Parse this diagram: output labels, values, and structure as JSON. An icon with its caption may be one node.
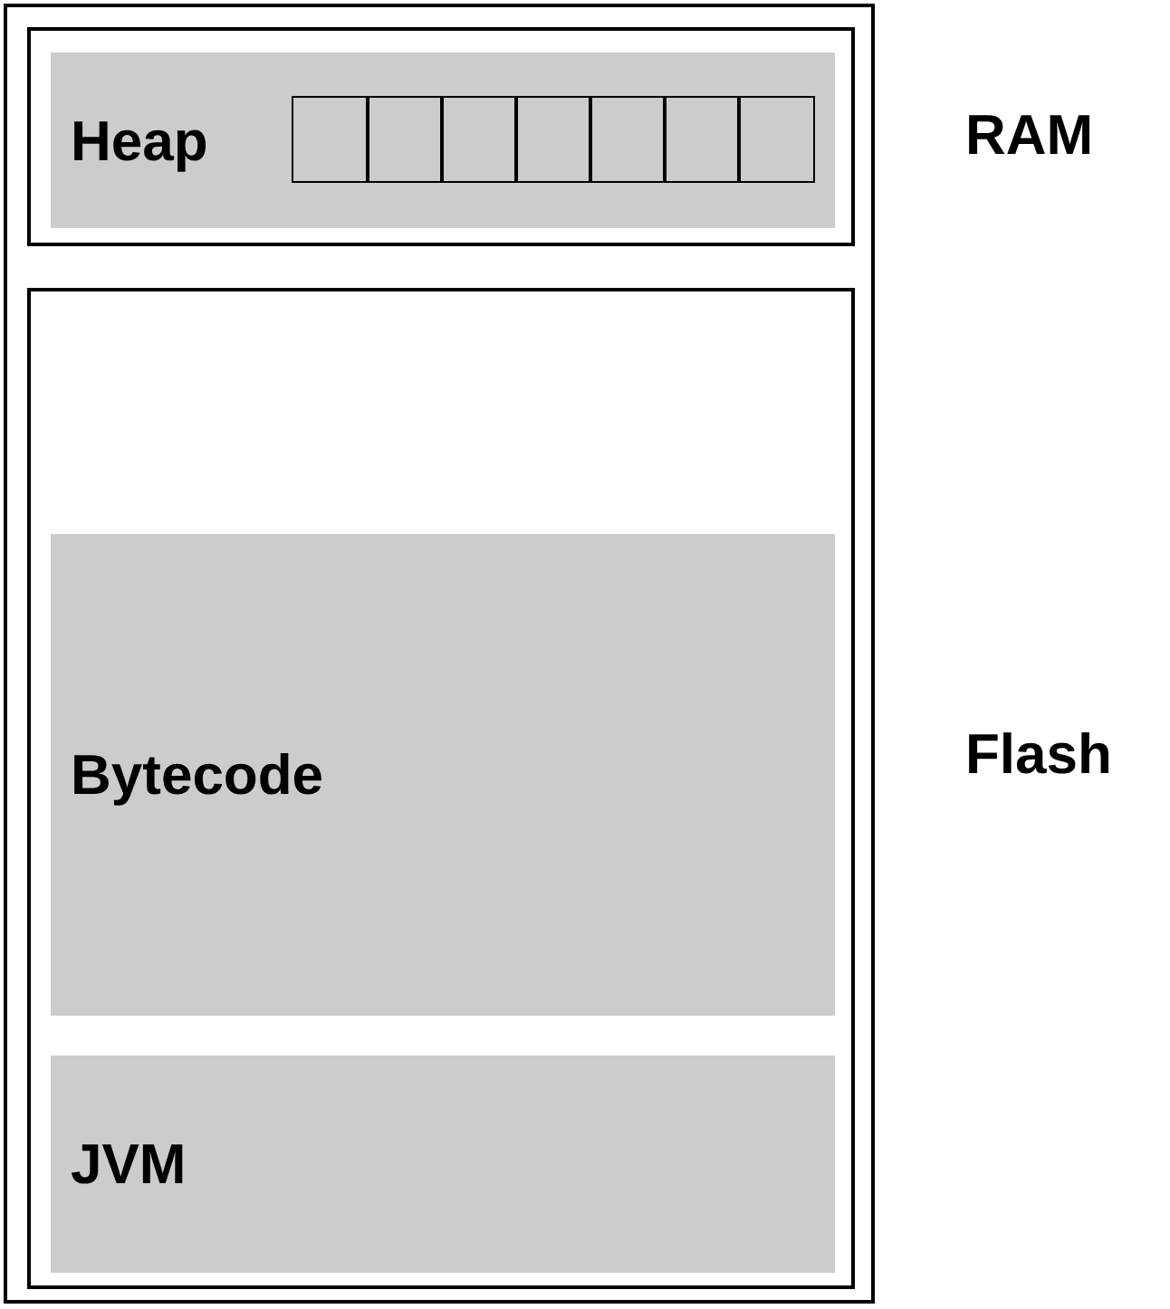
{
  "diagram": {
    "nodes": [
      {
        "text": [],
        "shape": "box"
      },
      {
        "text": [],
        "shape": "box",
        "in": 0,
        "beside": [
          "RAM"
        ]
      },
      {
        "text": [
          "Heap"
        ],
        "in": 1
      },
      {
        "text": [],
        "shape": "box",
        "in": 2
      },
      {
        "text": [],
        "shape": "box",
        "in": 2
      },
      {
        "text": [],
        "shape": "box",
        "in": 2
      },
      {
        "text": [],
        "shape": "box",
        "in": 2
      },
      {
        "text": [],
        "shape": "box",
        "in": 2
      },
      {
        "text": [],
        "shape": "box",
        "in": 2
      },
      {
        "text": [],
        "shape": "box",
        "in": 2
      },
      {
        "text": [],
        "shape": "box",
        "in": 0,
        "beside": [
          "Flash"
        ]
      },
      {
        "text": [
          "Bytecode"
        ],
        "in": 10
      },
      {
        "text": [
          "JVM"
        ],
        "in": 10
      }
    ]
  }
}
